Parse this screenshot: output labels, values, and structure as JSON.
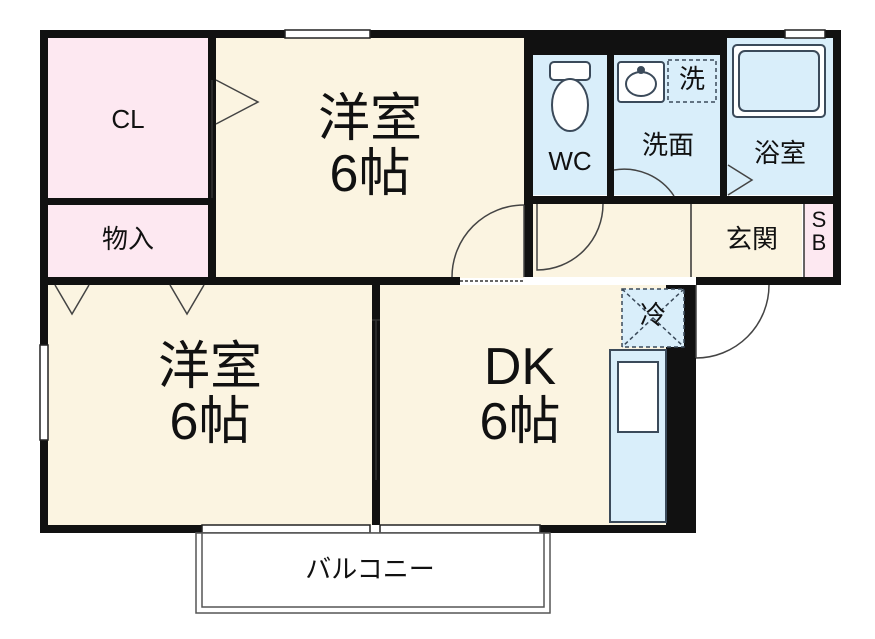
{
  "colors": {
    "wall": "#111111",
    "room_floor": "#fbf4e1",
    "closet_floor": "#fde8f1",
    "wet_floor": "#d9eefa",
    "fixture_stroke": "#3b4a5a"
  },
  "rooms": {
    "western_top": {
      "title": "洋室",
      "size": "6帖"
    },
    "western_left": {
      "title": "洋室",
      "size": "6帖"
    },
    "dk": {
      "title": "DK",
      "size": "6帖"
    },
    "closet": "CL",
    "storage": "物入",
    "toilet": "WC",
    "washroom": "洗面",
    "bath": "浴室",
    "entrance": "玄関",
    "shoe_box_top": "S",
    "shoe_box_bottom": "B",
    "washer": "洗",
    "fridge": "冷",
    "balcony": "バルコニー"
  },
  "icons": {
    "toilet": "toilet-icon",
    "sink": "sink-icon",
    "bathtub": "bathtub-icon",
    "kitchen_counter": "kitchen-counter-icon",
    "door_swing": "door-swing-icon",
    "sliding_window": "window-icon"
  }
}
